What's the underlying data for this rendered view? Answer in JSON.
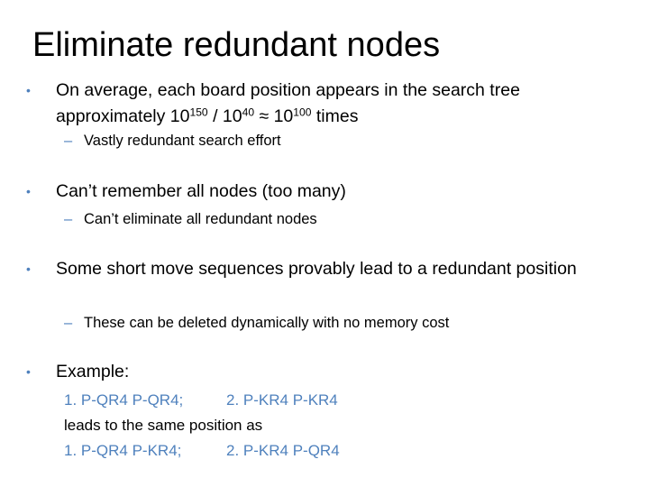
{
  "title": "Eliminate redundant nodes",
  "bullets": [
    {
      "text_a": "On average, each board position appears in the search tree approximately 10",
      "sup1": "150",
      "text_b": " / 10",
      "sup2": "40",
      "text_c": " ≈ 10",
      "sup3": "100",
      "text_d": " times",
      "sub": "Vastly redundant search effort"
    },
    {
      "text": "Can’t remember all nodes (too many)",
      "sub": "Can’t eliminate all redundant nodes"
    },
    {
      "text": "Some short move sequences provably lead to a redundant position",
      "sub": "These can be deleted dynamically with no memory cost"
    },
    {
      "text": "Example:"
    }
  ],
  "example": {
    "line1_a": "1.  P-QR4  P-QR4;",
    "line1_b": "2. P-KR4  P-KR4",
    "line2": "leads to the same position as",
    "line3_a": "1.  P-QR4  P-KR4;",
    "line3_b": "2. P-KR4  P-QR4"
  },
  "colors": {
    "accent": "#4f81bd",
    "text": "#000000"
  }
}
